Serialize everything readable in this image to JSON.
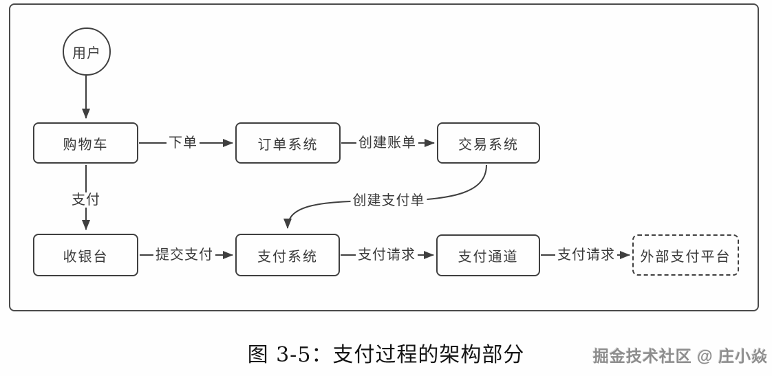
{
  "diagram": {
    "nodes": [
      {
        "id": "user",
        "label": "用户",
        "shape": "circle"
      },
      {
        "id": "cart",
        "label": "购物车",
        "shape": "rect"
      },
      {
        "id": "order",
        "label": "订单系统",
        "shape": "rect"
      },
      {
        "id": "trade",
        "label": "交易系统",
        "shape": "rect"
      },
      {
        "id": "cashier",
        "label": "收银台",
        "shape": "rect"
      },
      {
        "id": "payment",
        "label": "支付系统",
        "shape": "rect"
      },
      {
        "id": "channel",
        "label": "支付通道",
        "shape": "rect"
      },
      {
        "id": "external",
        "label": "外部支付平台",
        "shape": "rect-dashed"
      }
    ],
    "edges": [
      {
        "from": "user",
        "to": "cart",
        "label": ""
      },
      {
        "from": "cart",
        "to": "order",
        "label": "下单"
      },
      {
        "from": "order",
        "to": "trade",
        "label": "创建账单"
      },
      {
        "from": "trade",
        "to": "payment",
        "label": "创建支付单"
      },
      {
        "from": "cart",
        "to": "cashier",
        "label": "支付"
      },
      {
        "from": "cashier",
        "to": "payment",
        "label": "提交支付"
      },
      {
        "from": "payment",
        "to": "channel",
        "label": "支付请求"
      },
      {
        "from": "channel",
        "to": "external",
        "label": "支付请求"
      }
    ]
  },
  "caption": {
    "text": "图 3-5：支付过程的架构部分"
  },
  "watermark": {
    "text": "掘金技术社区 @ 庄小焱"
  },
  "colors": {
    "line": "#3f3f3f",
    "node_border": "#3f3f3f",
    "node_text": "#3a3a3a",
    "caption_text": "#141414",
    "watermark_text": "#8d8d8d",
    "background": "#fefefe"
  }
}
